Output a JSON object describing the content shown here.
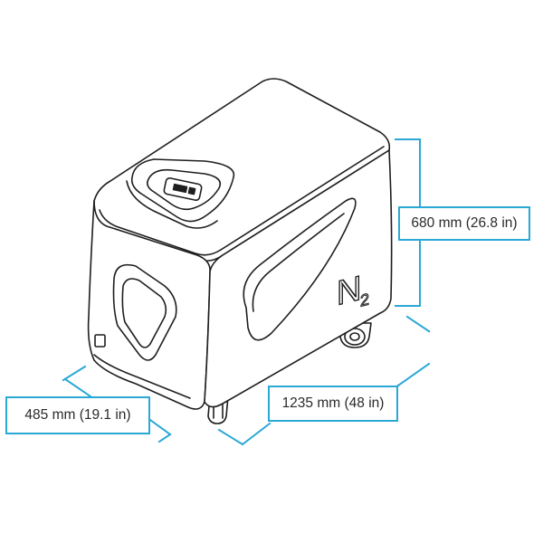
{
  "product": {
    "emblem_letter": "N",
    "emblem_subscript": "2"
  },
  "dimensions": {
    "height": "680 mm (26.8 in)",
    "depth": "485 mm (19.1 in)",
    "length": "1235 mm (48 in)"
  },
  "colors": {
    "dimension_line": "#2aa8d6",
    "outline": "#1e1e1e",
    "body_fill": "#ffffff"
  }
}
